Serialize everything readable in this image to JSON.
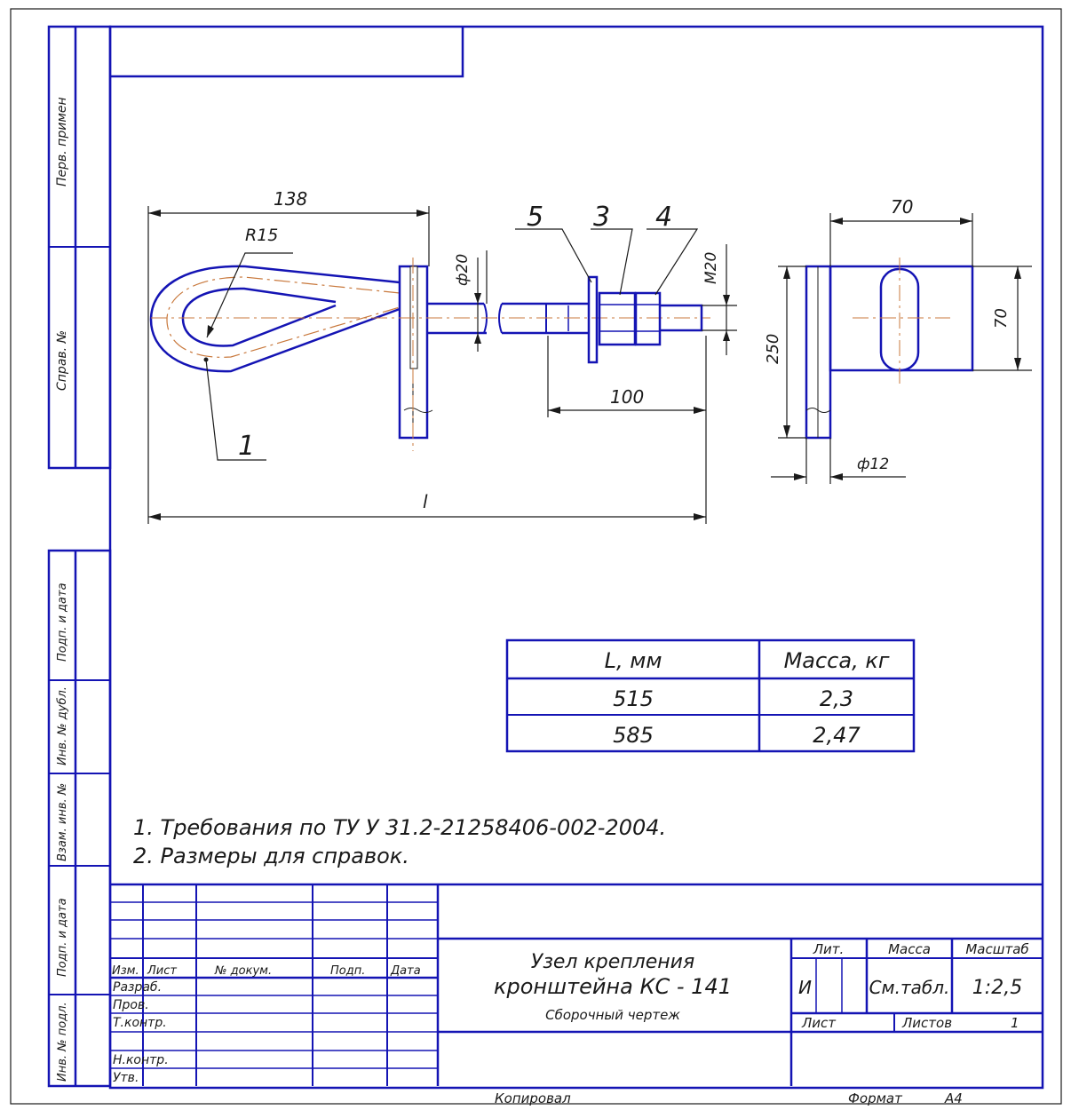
{
  "side_strip": {
    "upper": [
      "Перв. примен",
      "Справ. №"
    ],
    "lower": [
      "Подп. и дата",
      "Инв. № дубл.",
      "Взам. инв. №",
      "Подп. и дата",
      "Инв. № подл."
    ]
  },
  "drawing": {
    "dim_138": "138",
    "dim_r15": "R15",
    "dim_phi20": "ф20",
    "dim_m20": "M20",
    "dim_100": "100",
    "dim_l": "l",
    "dim_70_top": "70",
    "dim_70_side": "70",
    "dim_250": "250",
    "dim_phi12": "ф12",
    "leader_1": "1",
    "leader_5": "5",
    "leader_3": "3",
    "leader_4": "4"
  },
  "mass_table": {
    "headers": [
      "L, мм",
      "Масса, кг"
    ],
    "rows": [
      [
        "515",
        "2,3"
      ],
      [
        "585",
        "2,47"
      ]
    ]
  },
  "notes": [
    "1. Требования по ТУ У 31.2-21258406-002-2004.",
    "2. Размеры для справок."
  ],
  "title_block": {
    "col_headers": [
      "Изм.",
      "Лист",
      "№ докум.",
      "Подп.",
      "Дата"
    ],
    "roles": [
      "Разраб.",
      "Пров.",
      "Т.контр.",
      "",
      "Н.контр.",
      "Утв."
    ],
    "title_line1": "Узел крепления",
    "title_line2": "кронштейна КС - 141",
    "subtitle": "Сборочный чертеж",
    "lit_header": "Лит.",
    "mass_header": "Масса",
    "scale_header": "Масштаб",
    "lit_value": "И",
    "mass_value": "См.табл.",
    "scale_value": "1:2,5",
    "sheet_label": "Лист",
    "sheets_label": "Листов",
    "sheets_value": "1"
  },
  "footer": {
    "copied": "Копировал",
    "format_label": "Формат",
    "format_value": "А4"
  }
}
